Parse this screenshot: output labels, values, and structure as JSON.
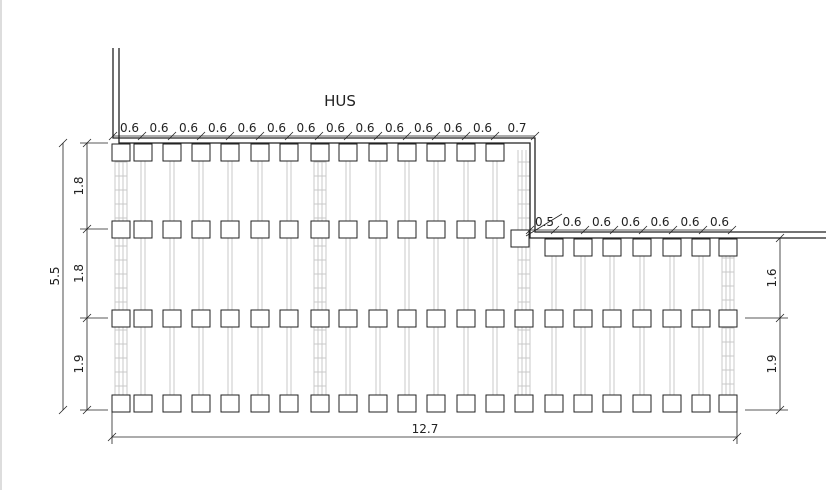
{
  "title": "HUS",
  "top_dims": [
    "0.6",
    "0.6",
    "0.6",
    "0.6",
    "0.6",
    "0.6",
    "0.6",
    "0.6",
    "0.6",
    "0.6",
    "0.6",
    "0.6",
    "0.6",
    "0.7"
  ],
  "right_top_dims": [
    "0.5",
    "0.6",
    "0.6",
    "0.6",
    "0.6",
    "0.6",
    "0.6"
  ],
  "left_dims": [
    "1.8",
    "1.8",
    "1.9"
  ],
  "left_total": "5.5",
  "right_dims": [
    "1.6",
    "1.9"
  ],
  "bottom_total": "12.7",
  "colors": {
    "line": "#222222",
    "joist": "#c8c8c8"
  }
}
